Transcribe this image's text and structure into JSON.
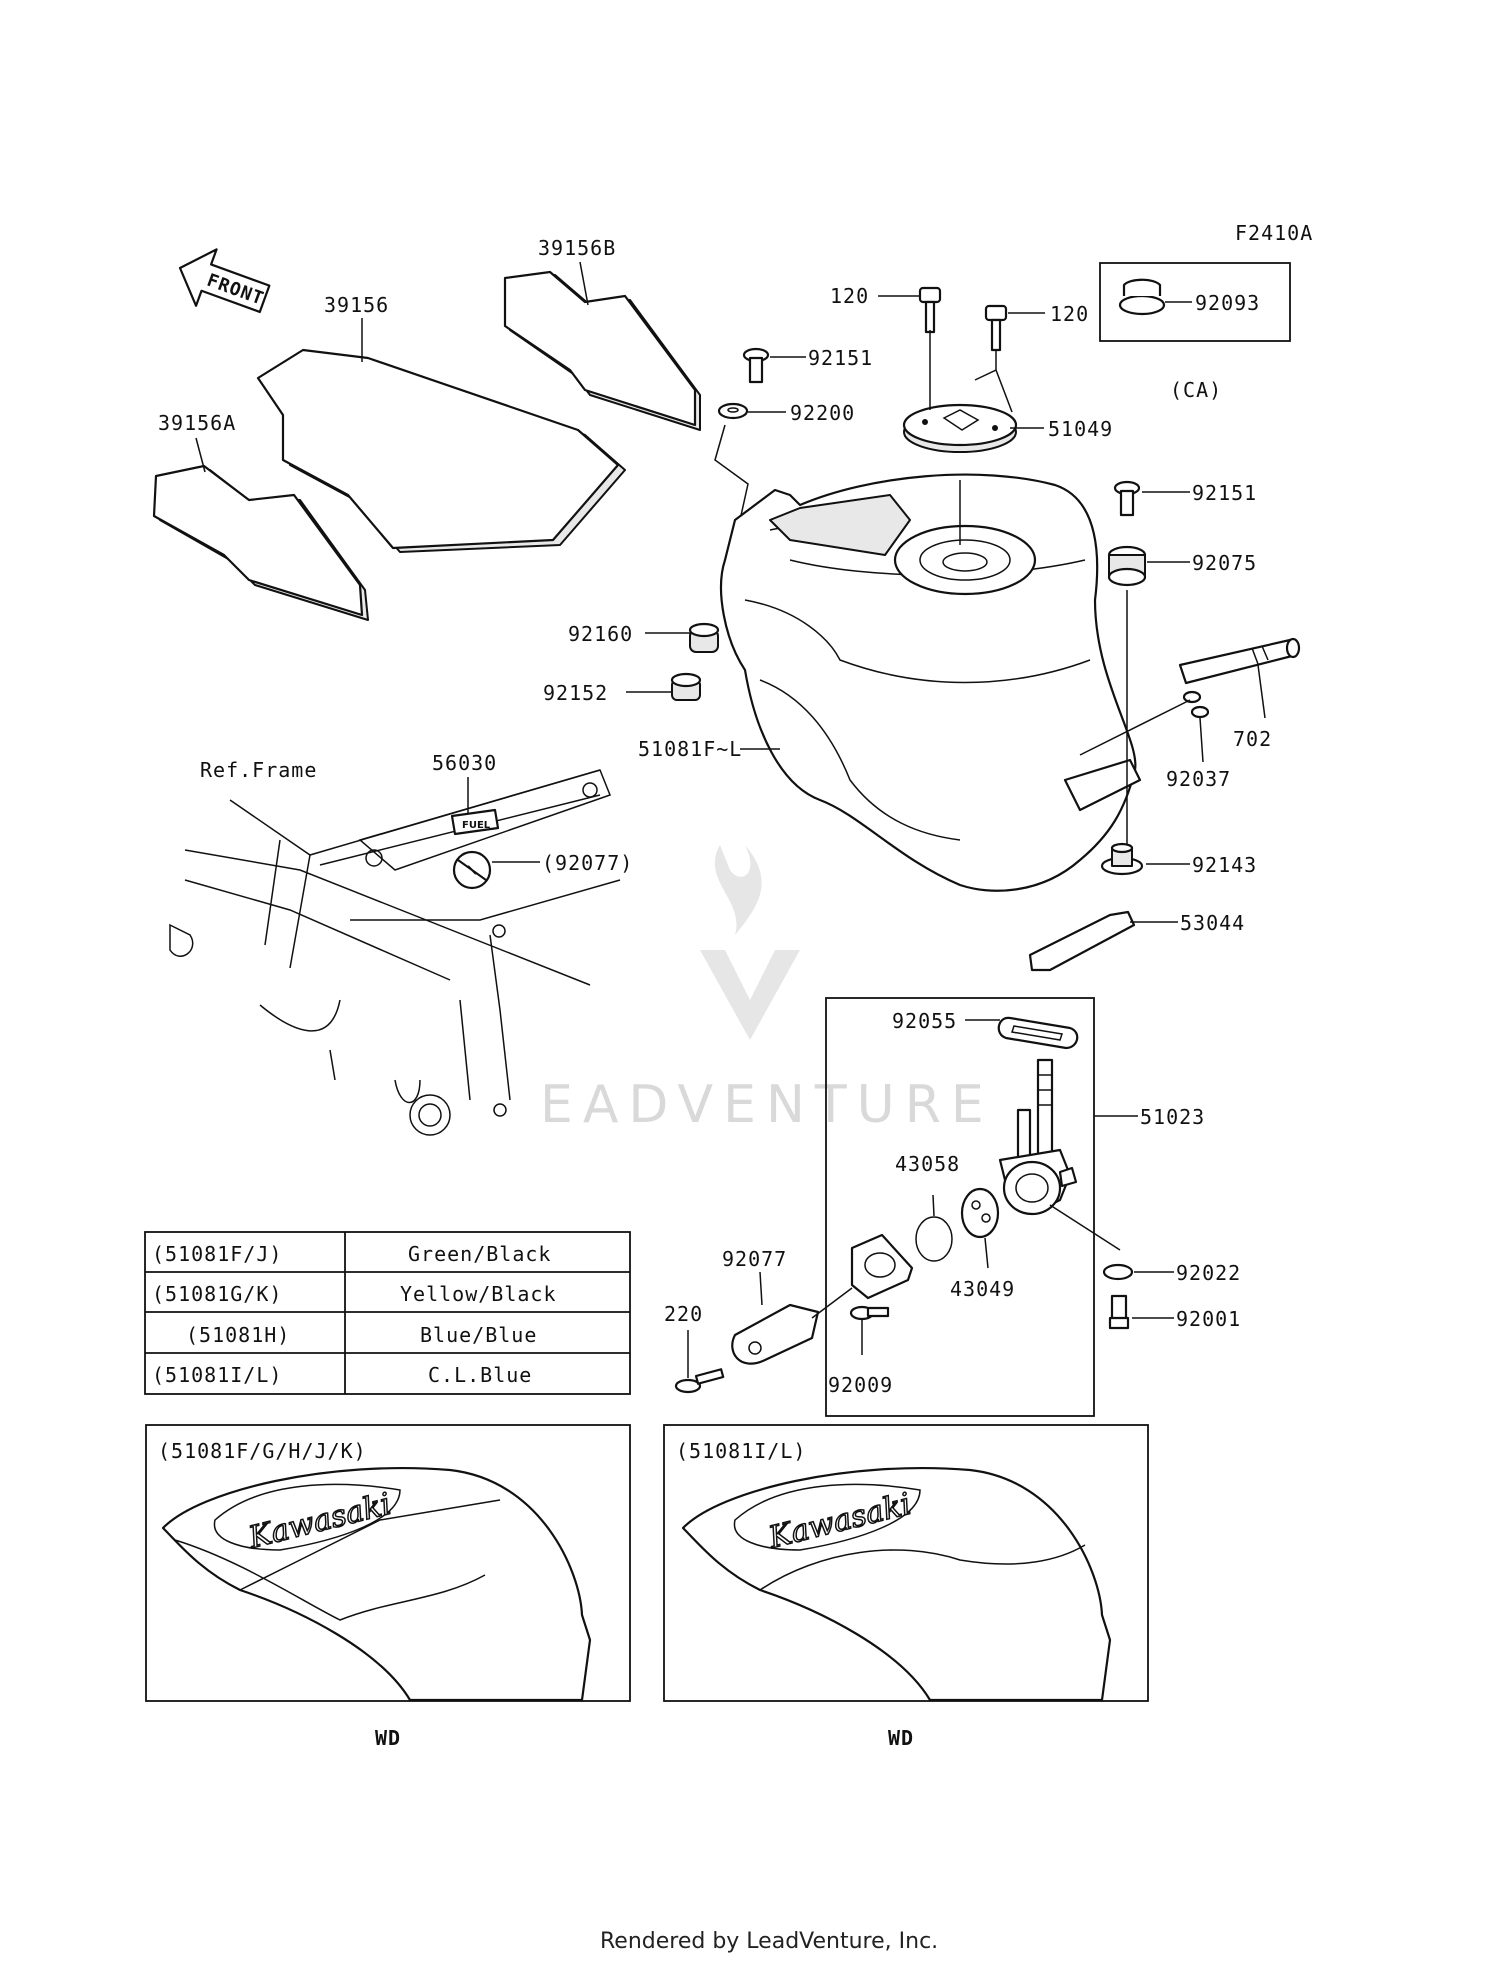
{
  "figure_code": "F2410A",
  "front_arrow": "FRONT",
  "ref_frame": "Ref.Frame",
  "ca_label": "(CA)",
  "parts": {
    "p39156B": "39156B",
    "p39156": "39156",
    "p39156A": "39156A",
    "p120a": "120",
    "p120b": "120",
    "p92093": "92093",
    "p92151a": "92151",
    "p92200": "92200",
    "p51049": "51049",
    "p92151b": "92151",
    "p92075": "92075",
    "p92160": "92160",
    "p92152": "92152",
    "p51081": "51081F~L",
    "p702": "702",
    "p92037": "92037",
    "p56030": "56030",
    "p92077ref": "(92077)",
    "p92143": "92143",
    "p53044": "53044",
    "p92055": "92055",
    "p51023": "51023",
    "p43058": "43058",
    "p43049": "43049",
    "p92022": "92022",
    "p92001": "92001",
    "p92077": "92077",
    "p220": "220",
    "p92009": "92009"
  },
  "color_table": [
    {
      "code": "(51081F/J)",
      "color": "Green/Black"
    },
    {
      "code": "(51081G/K)",
      "color": "Yellow/Black"
    },
    {
      "code": "(51081H)",
      "color": "Blue/Blue"
    },
    {
      "code": "(51081I/L)",
      "color": "C.L.Blue"
    }
  ],
  "variants": [
    {
      "code": "(51081F/G/H/J/K)",
      "logo": "Kawasaki",
      "caption": "WD"
    },
    {
      "code": "(51081I/L)",
      "logo": "Kawasaki",
      "caption": "WD"
    }
  ],
  "fuel_label": "FUEL",
  "watermark": "EADVENTURE",
  "footer": "Rendered by LeadVenture, Inc."
}
